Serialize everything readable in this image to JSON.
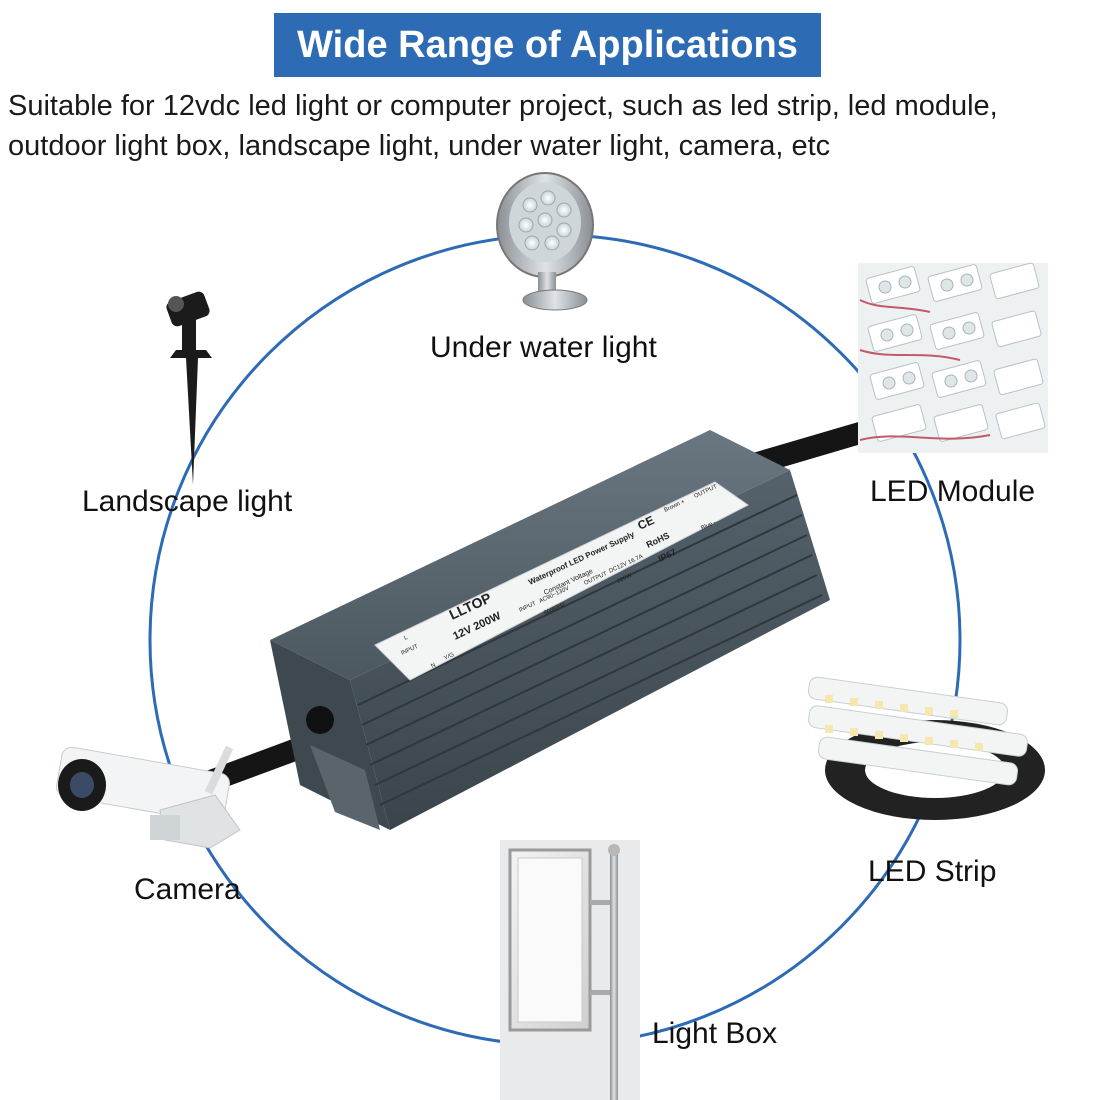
{
  "header": {
    "title": "Wide Range of Applications",
    "line1": "Suitable for 12vdc led light or computer project, such as led strip, led module,",
    "line2": "outdoor light box, landscape light, under water light, camera, etc"
  },
  "applications": {
    "under_water": "Under water light",
    "landscape": "Landscape light",
    "led_module": "LED Module",
    "led_strip": "LED Strip",
    "camera": "Camera",
    "light_box": "Light Box"
  },
  "product": {
    "brand": "LLTOP",
    "model": "12V 200W",
    "desc1": "Waterproof LED Power Supply",
    "desc2": "Constant Voltage",
    "input_label": "INPUT",
    "input_spec1": "AC90~130V",
    "input_spec2": "50/60Hz",
    "output_label": "OUTPUT",
    "output_spec1": "DC12V 16.7A",
    "output_spec2": "200W",
    "cert_ce": "CE",
    "cert_rohs": "RoHS",
    "cert_ip": "IP67",
    "wire_brown": "Brown +",
    "wire_blue": "Blue -",
    "output_side": "OUTPUT",
    "input_side": "INPUT",
    "pin_l": "L",
    "pin_n": "N",
    "pin_yg": "Y/G"
  },
  "colors": {
    "banner": "#2e6bb5",
    "circle": "#2e6bb5",
    "housing": "#4a565e"
  }
}
